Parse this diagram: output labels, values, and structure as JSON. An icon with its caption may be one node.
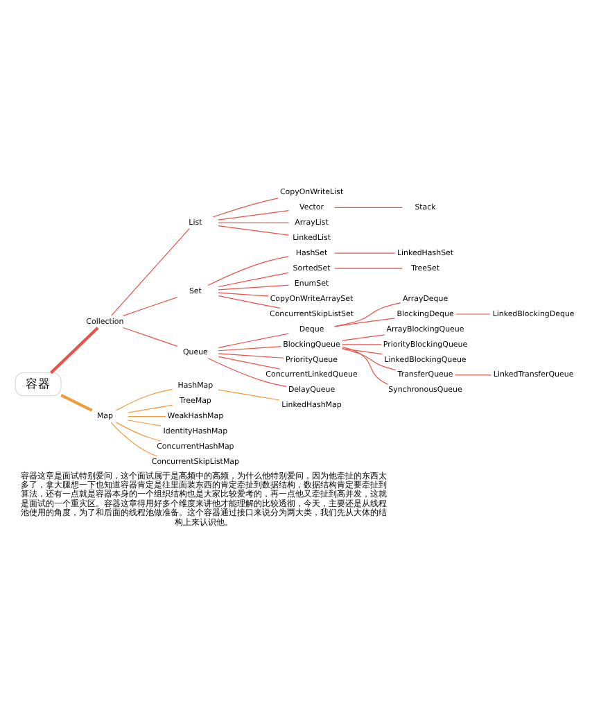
{
  "diagram": {
    "caption": "容器这章是面试特别爱问，这个面试属于是高频中的高频，为什么他特别爱问，因为他牵扯的东西太多了，拿大腿想一下也知道容器肯定是往里面装东西的肯定牵扯到数据结构，数据结构肯定要牵扯到算法，还有一点就是容器本身的一个组织结构也是大家比较爱考的，再一点他又牵扯到高并发，这就是面试的一个重灾区。容器这章得用好多个维度来讲他才能理解的比较透彻，今天，主要还是从线程池使用的角度，为了和后面的线程池做准备。这个容器通过接口来说分为两大类，我们先从大体的结构上来认识他。",
    "nodes": [
      {
        "text": [
          "容器"
        ]
      },
      {
        "text": [
          "Collection"
        ]
      },
      {
        "text": [
          "List"
        ]
      },
      {
        "text": [
          "CopyOnWriteList"
        ]
      },
      {
        "text": [
          "Vector"
        ]
      },
      {
        "text": [
          "Stack"
        ]
      },
      {
        "text": [
          "ArrayList"
        ]
      },
      {
        "text": [
          "LinkedList"
        ]
      },
      {
        "text": [
          "Set"
        ]
      },
      {
        "text": [
          "HashSet"
        ]
      },
      {
        "text": [
          "LinkedHashSet"
        ]
      },
      {
        "text": [
          "SortedSet"
        ]
      },
      {
        "text": [
          "TreeSet"
        ]
      },
      {
        "text": [
          "EnumSet"
        ]
      },
      {
        "text": [
          "CopyOnWriteArraySet"
        ]
      },
      {
        "text": [
          "ConcurrentSkipListSet"
        ]
      },
      {
        "text": [
          "Queue"
        ]
      },
      {
        "text": [
          "Deque"
        ]
      },
      {
        "text": [
          "ArrayDeque"
        ]
      },
      {
        "text": [
          "BlockingDeque"
        ]
      },
      {
        "text": [
          "LinkedBlockingDeque"
        ]
      },
      {
        "text": [
          "BlockingQueue"
        ]
      },
      {
        "text": [
          "ArrayBlockingQueue"
        ]
      },
      {
        "text": [
          "PriorityBlockingQueue"
        ]
      },
      {
        "text": [
          "LinkedBlockingQueue"
        ]
      },
      {
        "text": [
          "TransferQueue"
        ]
      },
      {
        "text": [
          "LinkedTransferQueue"
        ]
      },
      {
        "text": [
          "SynchronousQueue"
        ]
      },
      {
        "text": [
          "PriorityQueue"
        ]
      },
      {
        "text": [
          "ConcurrentLinkedQueue"
        ]
      },
      {
        "text": [
          "DelayQueue"
        ]
      },
      {
        "text": [
          "Map"
        ]
      },
      {
        "text": [
          "HashMap"
        ]
      },
      {
        "text": [
          "LinkedHashMap"
        ]
      },
      {
        "text": [
          "TreeMap"
        ]
      },
      {
        "text": [
          "WeakHashMap"
        ]
      },
      {
        "text": [
          "IdentityHashMap"
        ]
      },
      {
        "text": [
          "ConcurrentHashMap"
        ]
      },
      {
        "text": [
          "ConcurrentSkipListMap"
        ]
      }
    ],
    "edges": [
      {
        "from": 0,
        "to": 1,
        "arrow": "none",
        "style": "thick"
      },
      {
        "from": 1,
        "to": 2,
        "arrow": "none"
      },
      {
        "from": 2,
        "to": 3,
        "arrow": "none"
      },
      {
        "from": 2,
        "to": 4,
        "arrow": "none"
      },
      {
        "from": 4,
        "to": 5,
        "arrow": "none"
      },
      {
        "from": 2,
        "to": 6,
        "arrow": "none"
      },
      {
        "from": 2,
        "to": 7,
        "arrow": "none"
      },
      {
        "from": 1,
        "to": 8,
        "arrow": "none"
      },
      {
        "from": 8,
        "to": 9,
        "arrow": "none"
      },
      {
        "from": 9,
        "to": 10,
        "arrow": "none"
      },
      {
        "from": 8,
        "to": 11,
        "arrow": "none"
      },
      {
        "from": 11,
        "to": 12,
        "arrow": "none"
      },
      {
        "from": 8,
        "to": 13,
        "arrow": "none"
      },
      {
        "from": 8,
        "to": 14,
        "arrow": "none"
      },
      {
        "from": 8,
        "to": 15,
        "arrow": "none"
      },
      {
        "from": 1,
        "to": 16,
        "arrow": "none"
      },
      {
        "from": 16,
        "to": 17,
        "arrow": "none"
      },
      {
        "from": 17,
        "to": 18,
        "arrow": "none"
      },
      {
        "from": 17,
        "to": 19,
        "arrow": "none"
      },
      {
        "from": 19,
        "to": 20,
        "arrow": "none"
      },
      {
        "from": 16,
        "to": 21,
        "arrow": "none"
      },
      {
        "from": 21,
        "to": 22,
        "arrow": "none"
      },
      {
        "from": 21,
        "to": 23,
        "arrow": "none"
      },
      {
        "from": 21,
        "to": 24,
        "arrow": "none"
      },
      {
        "from": 21,
        "to": 25,
        "arrow": "none"
      },
      {
        "from": 25,
        "to": 26,
        "arrow": "none"
      },
      {
        "from": 21,
        "to": 27,
        "arrow": "none"
      },
      {
        "from": 16,
        "to": 28,
        "arrow": "none"
      },
      {
        "from": 16,
        "to": 29,
        "arrow": "none"
      },
      {
        "from": 16,
        "to": 30,
        "arrow": "none"
      },
      {
        "from": 0,
        "to": 31,
        "arrow": "none",
        "style": "thick",
        "color": "#f39a3c"
      },
      {
        "from": 31,
        "to": 32,
        "arrow": "none",
        "color": "#f39a3c"
      },
      {
        "from": 32,
        "to": 33,
        "arrow": "none",
        "color": "#f39a3c"
      },
      {
        "from": 31,
        "to": 34,
        "arrow": "none",
        "color": "#f39a3c"
      },
      {
        "from": 31,
        "to": 35,
        "arrow": "none",
        "color": "#f39a3c"
      },
      {
        "from": 31,
        "to": 36,
        "arrow": "none",
        "color": "#f39a3c"
      },
      {
        "from": 31,
        "to": 37,
        "arrow": "none",
        "color": "#f39a3c"
      },
      {
        "from": 31,
        "to": 38,
        "arrow": "none",
        "color": "#f39a3c"
      }
    ]
  }
}
